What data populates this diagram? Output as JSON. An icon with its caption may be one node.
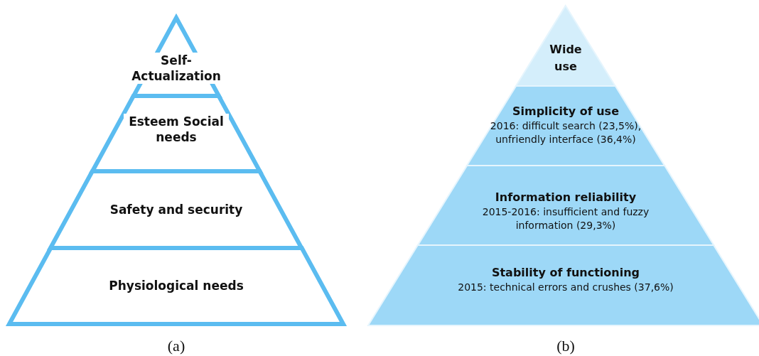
{
  "diagram": {
    "nodes": [
      {
        "text": [
          "Self-Actualization"
        ]
      },
      {
        "text": [
          "Esteem Social needs"
        ]
      },
      {
        "text": [
          "Safety and security"
        ]
      },
      {
        "text": [
          "Physiological needs"
        ]
      },
      {
        "text": [
          "Wide use"
        ]
      },
      {
        "text": [
          "Simplicity of use",
          "2016: difficult search (23,5%), unfriendly interface (36,4%)"
        ]
      },
      {
        "text": [
          "Information reliability",
          "2015-2016: insufficient and fuzzy information (29,3%)"
        ]
      },
      {
        "text": [
          "Stability of functioning",
          "2015: technical errors and crushes (37,6%)"
        ]
      }
    ],
    "labels": [
      "(a)",
      "(b)"
    ]
  }
}
